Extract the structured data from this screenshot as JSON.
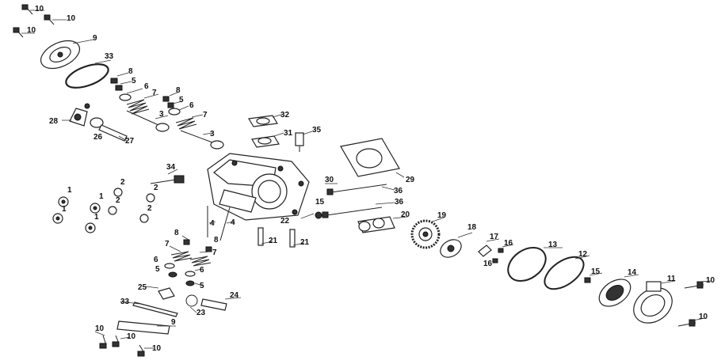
{
  "callouts": [
    {
      "id": "c-10a",
      "text": "10"
    },
    {
      "id": "c-10b",
      "text": "10"
    },
    {
      "id": "c-10c",
      "text": "10"
    },
    {
      "id": "c-9a",
      "text": "9"
    },
    {
      "id": "c-33a",
      "text": "33"
    },
    {
      "id": "c-8a",
      "text": "8"
    },
    {
      "id": "c-5a",
      "text": "5"
    },
    {
      "id": "c-6a",
      "text": "6"
    },
    {
      "id": "c-7a",
      "text": "7"
    },
    {
      "id": "c-8b",
      "text": "8"
    },
    {
      "id": "c-5b",
      "text": "5"
    },
    {
      "id": "c-6b",
      "text": "6"
    },
    {
      "id": "c-7b",
      "text": "7"
    },
    {
      "id": "c-3a",
      "text": "3"
    },
    {
      "id": "c-3b",
      "text": "3"
    },
    {
      "id": "c-28",
      "text": "28"
    },
    {
      "id": "c-26",
      "text": "26"
    },
    {
      "id": "c-27",
      "text": "27"
    },
    {
      "id": "c-32",
      "text": "32"
    },
    {
      "id": "c-31",
      "text": "31"
    },
    {
      "id": "c-35",
      "text": "35"
    },
    {
      "id": "c-29",
      "text": "29"
    },
    {
      "id": "c-34",
      "text": "34"
    },
    {
      "id": "c-30",
      "text": "30"
    },
    {
      "id": "c-36a",
      "text": "36"
    },
    {
      "id": "c-36b",
      "text": "36"
    },
    {
      "id": "c-1a",
      "text": "1"
    },
    {
      "id": "c-1b",
      "text": "1"
    },
    {
      "id": "c-1c",
      "text": "1"
    },
    {
      "id": "c-1d",
      "text": "1"
    },
    {
      "id": "c-2a",
      "text": "2"
    },
    {
      "id": "c-2b",
      "text": "2"
    },
    {
      "id": "c-2c",
      "text": "2"
    },
    {
      "id": "c-2d",
      "text": "2"
    },
    {
      "id": "c-15a",
      "text": "15"
    },
    {
      "id": "c-22",
      "text": "22"
    },
    {
      "id": "c-20",
      "text": "20"
    },
    {
      "id": "c-19",
      "text": "19"
    },
    {
      "id": "c-18",
      "text": "18"
    },
    {
      "id": "c-17",
      "text": "17"
    },
    {
      "id": "c-16a",
      "text": "16"
    },
    {
      "id": "c-16b",
      "text": "16"
    },
    {
      "id": "c-13",
      "text": "13"
    },
    {
      "id": "c-12",
      "text": "12"
    },
    {
      "id": "c-15b",
      "text": "15"
    },
    {
      "id": "c-14",
      "text": "14"
    },
    {
      "id": "c-11",
      "text": "11"
    },
    {
      "id": "c-10d",
      "text": "10"
    },
    {
      "id": "c-10e",
      "text": "10"
    },
    {
      "id": "c-4a",
      "text": "4"
    },
    {
      "id": "c-4b",
      "text": "4"
    },
    {
      "id": "c-21a",
      "text": "21"
    },
    {
      "id": "c-21b",
      "text": "21"
    },
    {
      "id": "c-8c",
      "text": "8"
    },
    {
      "id": "c-8d",
      "text": "8"
    },
    {
      "id": "c-7c",
      "text": "7"
    },
    {
      "id": "c-7d",
      "text": "7"
    },
    {
      "id": "c-6c",
      "text": "6"
    },
    {
      "id": "c-6d",
      "text": "6"
    },
    {
      "id": "c-5c",
      "text": "5"
    },
    {
      "id": "c-5d",
      "text": "5"
    },
    {
      "id": "c-25",
      "text": "25"
    },
    {
      "id": "c-33b",
      "text": "33"
    },
    {
      "id": "c-23",
      "text": "23"
    },
    {
      "id": "c-24",
      "text": "24"
    },
    {
      "id": "c-9b",
      "text": "9"
    },
    {
      "id": "c-10f",
      "text": "10"
    },
    {
      "id": "c-10g",
      "text": "10"
    },
    {
      "id": "c-10h",
      "text": "10"
    }
  ]
}
